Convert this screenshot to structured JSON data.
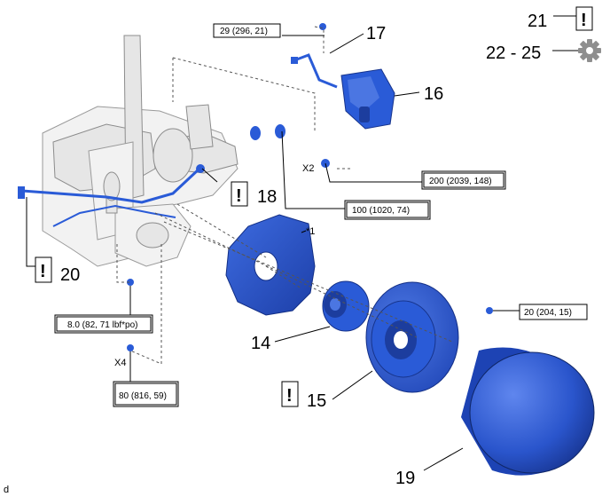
{
  "parts": {
    "p14": "14",
    "p15": "15",
    "p16": "16",
    "p17": "17",
    "p18": "18",
    "p19": "19",
    "p20": "20",
    "p21": "21",
    "p22_25": "22 - 25"
  },
  "torques": {
    "t29": "29 (296, 21)",
    "t200": "200 (2039, 148)",
    "t100": "100 (1020, 74)",
    "t8": "8.0 (82, 71 lbf*po)",
    "t20": "20 (204, 15)",
    "t80": "80 (816, 59)"
  },
  "labels": {
    "x2": "X2",
    "x4": "X4",
    "star1": "*1",
    "caution": "!",
    "corner_mark": "d"
  },
  "colors": {
    "part_blue": "#2a5bd7",
    "part_dark": "#1c3d9e",
    "chassis_gray": "#f0f0f0"
  },
  "icons": {
    "caution": "caution-icon",
    "gear": "gear-icon"
  }
}
